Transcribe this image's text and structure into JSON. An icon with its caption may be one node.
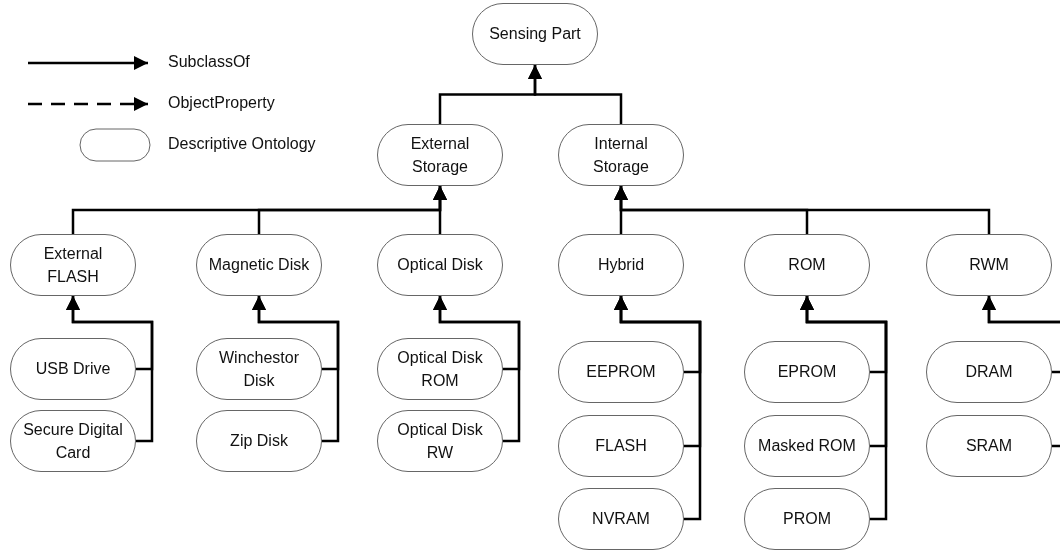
{
  "diagram": {
    "nodes": [
      {
        "text": [
          "Sensing Part"
        ]
      },
      {
        "text": [
          "External Storage"
        ]
      },
      {
        "text": [
          "Internal Storage"
        ]
      },
      {
        "text": [
          "External FLASH"
        ]
      },
      {
        "text": [
          "Magnetic Disk"
        ]
      },
      {
        "text": [
          "Optical Disk"
        ]
      },
      {
        "text": [
          "Hybrid"
        ]
      },
      {
        "text": [
          "ROM"
        ]
      },
      {
        "text": [
          "RWM"
        ]
      },
      {
        "text": [
          "USB Drive"
        ]
      },
      {
        "text": [
          "Secure Digital Card"
        ]
      },
      {
        "text": [
          "Winchestor Disk"
        ]
      },
      {
        "text": [
          "Zip Disk"
        ]
      },
      {
        "text": [
          "Optical Disk ROM"
        ]
      },
      {
        "text": [
          "Optical Disk RW"
        ]
      },
      {
        "text": [
          "EEPROM"
        ]
      },
      {
        "text": [
          "FLASH"
        ]
      },
      {
        "text": [
          "NVRAM"
        ]
      },
      {
        "text": [
          "EPROM"
        ]
      },
      {
        "text": [
          "Masked ROM"
        ]
      },
      {
        "text": [
          "PROM"
        ]
      },
      {
        "text": [
          "DRAM"
        ]
      },
      {
        "text": [
          "SRAM"
        ]
      }
    ],
    "edges": [
      {
        "from": 1,
        "to": 0,
        "arrow": "to"
      },
      {
        "from": 2,
        "to": 0,
        "arrow": "to"
      },
      {
        "from": 3,
        "to": 1,
        "arrow": "to"
      },
      {
        "from": 4,
        "to": 1,
        "arrow": "to"
      },
      {
        "from": 5,
        "to": 1,
        "arrow": "to"
      },
      {
        "from": 6,
        "to": 2,
        "arrow": "to"
      },
      {
        "from": 7,
        "to": 2,
        "arrow": "to"
      },
      {
        "from": 8,
        "to": 2,
        "arrow": "to"
      },
      {
        "from": 9,
        "to": 3,
        "arrow": "to"
      },
      {
        "from": 10,
        "to": 3,
        "arrow": "to"
      },
      {
        "from": 11,
        "to": 4,
        "arrow": "to"
      },
      {
        "from": 12,
        "to": 4,
        "arrow": "to"
      },
      {
        "from": 13,
        "to": 5,
        "arrow": "to"
      },
      {
        "from": 14,
        "to": 5,
        "arrow": "to"
      },
      {
        "from": 15,
        "to": 6,
        "arrow": "to"
      },
      {
        "from": 16,
        "to": 6,
        "arrow": "to"
      },
      {
        "from": 17,
        "to": 6,
        "arrow": "to"
      },
      {
        "from": 18,
        "to": 7,
        "arrow": "to"
      },
      {
        "from": 19,
        "to": 7,
        "arrow": "to"
      },
      {
        "from": 20,
        "to": 7,
        "arrow": "to"
      },
      {
        "from": 21,
        "to": 8,
        "arrow": "to"
      },
      {
        "from": 22,
        "to": 8,
        "arrow": "to"
      }
    ],
    "legend": [
      {
        "text": "SubclassOf"
      },
      {
        "text": "ObjectProperty"
      },
      {
        "text": "Descriptive Ontology"
      }
    ]
  }
}
